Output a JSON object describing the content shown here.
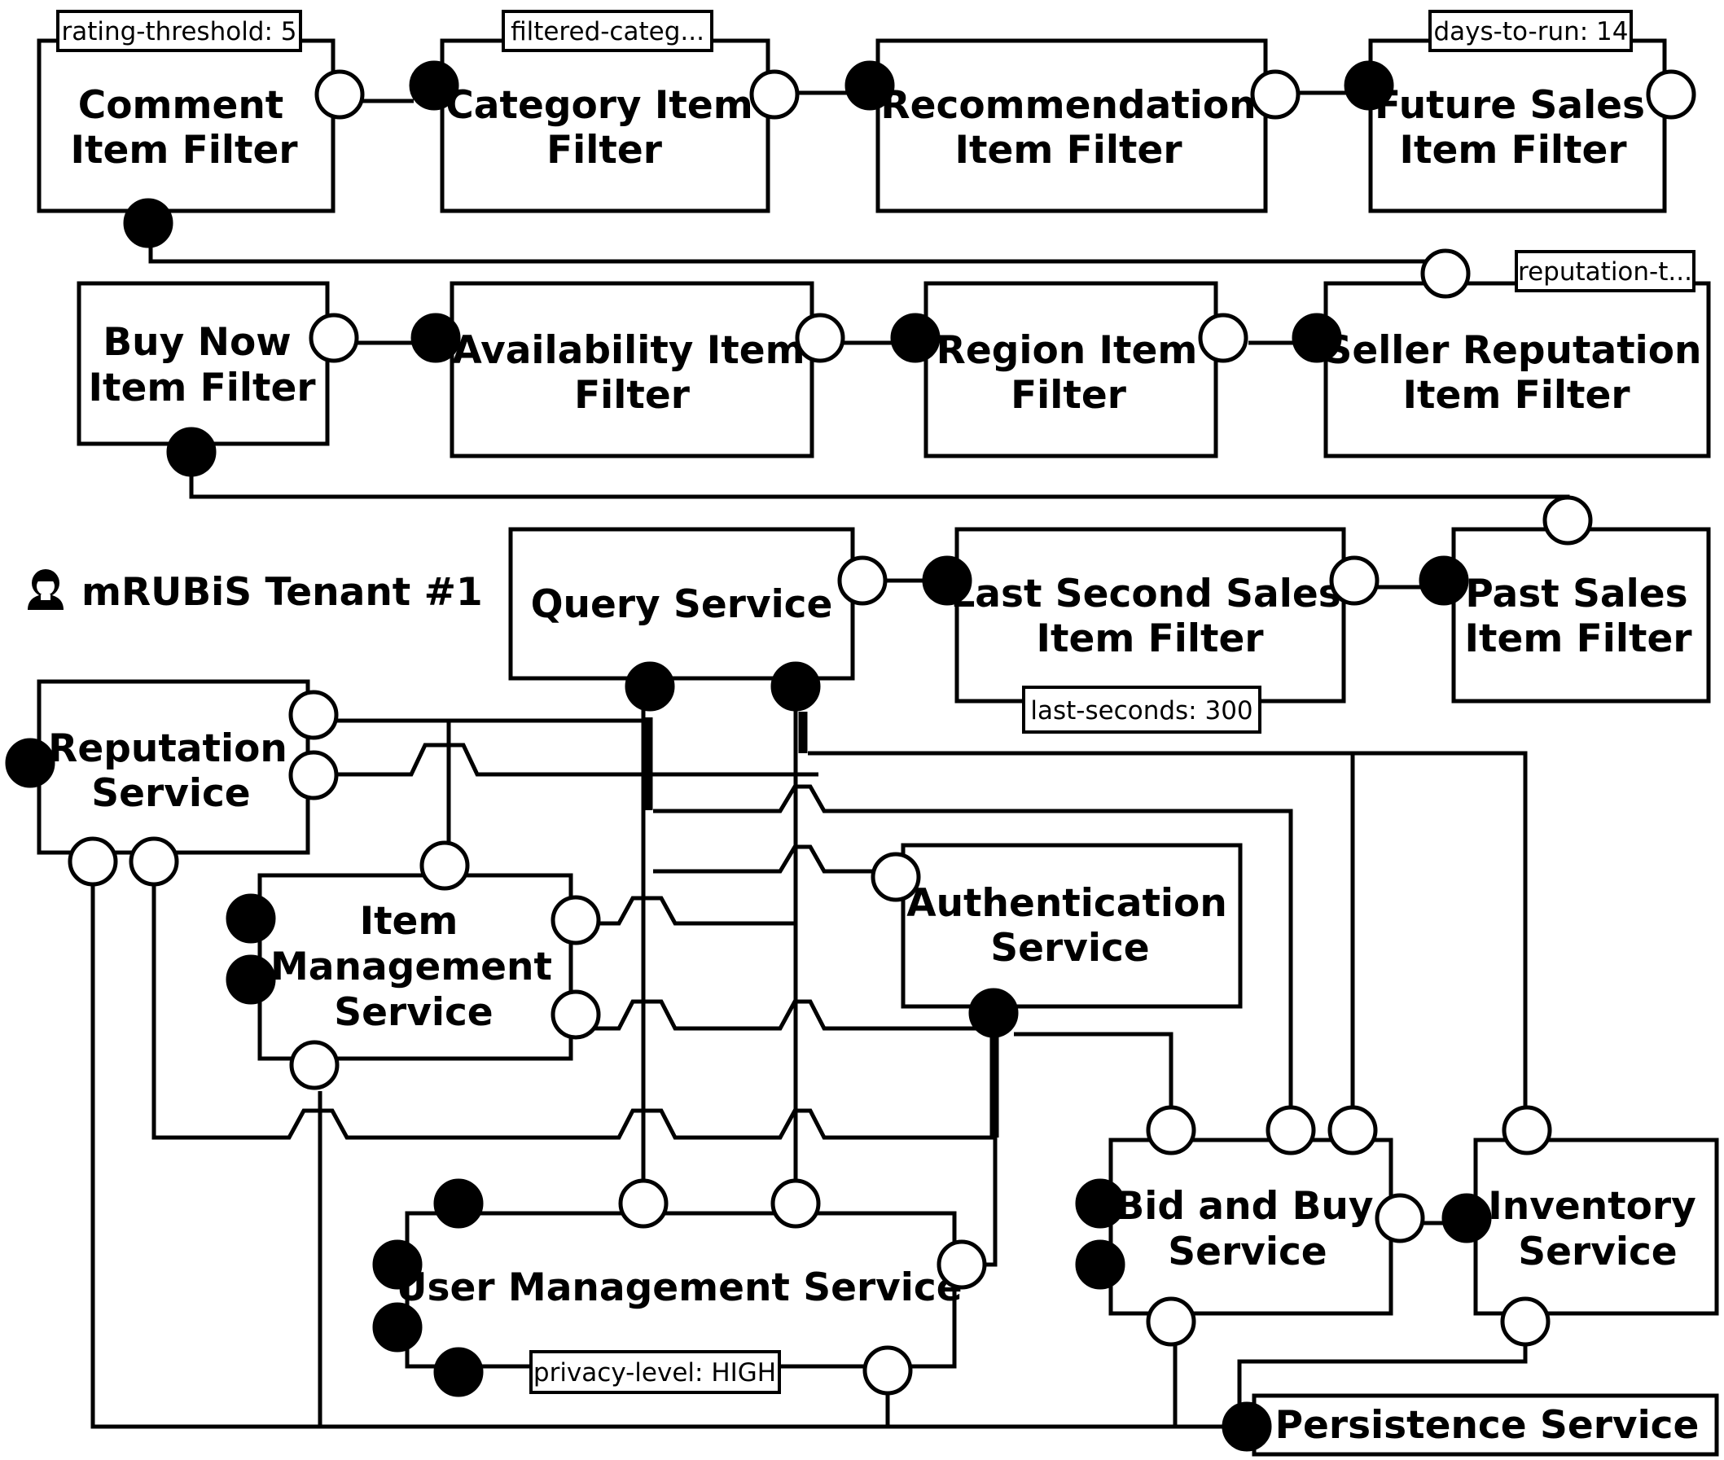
{
  "diagram": {
    "tenant_label": "mRUBiS Tenant #1",
    "icon": "user-icon",
    "colors": {
      "line": "#000000",
      "background": "#ffffff",
      "required_port": "#000000",
      "provided_port": "#ffffff"
    },
    "components": {
      "comment_filter": {
        "line1": "Comment",
        "line2": "Item Filter",
        "param": "rating-threshold: 5"
      },
      "category_filter": {
        "line1": "Category Item",
        "line2": "Filter",
        "param": "filtered-categ..."
      },
      "recommendation_filter": {
        "line1": "Recommendation",
        "line2": "Item Filter"
      },
      "future_sales_filter": {
        "line1": "Future Sales",
        "line2": "Item Filter",
        "param": "days-to-run: 14"
      },
      "buy_now_filter": {
        "line1": "Buy Now",
        "line2": "Item Filter"
      },
      "availability_filter": {
        "line1": "Availability Item",
        "line2": "Filter"
      },
      "region_filter": {
        "line1": "Region Item",
        "line2": "Filter"
      },
      "seller_reputation_filter": {
        "line1": "Seller Reputation",
        "line2": "Item Filter",
        "param": "reputation-t..."
      },
      "query_service": {
        "line1": "Query Service"
      },
      "last_second_sales_filter": {
        "line1": "Last Second Sales",
        "line2": "Item Filter",
        "param": "last-seconds: 300"
      },
      "past_sales_filter": {
        "line1": "Past Sales",
        "line2": "Item Filter"
      },
      "reputation_service": {
        "line1": "Reputation",
        "line2": "Service"
      },
      "item_management_service": {
        "line1": "Item",
        "line2": "Management",
        "line3": "Service"
      },
      "authentication_service": {
        "line1": "Authentication",
        "line2": "Service"
      },
      "user_management_service": {
        "line1": "User Management Service",
        "param": "privacy-level: HIGH"
      },
      "bid_and_buy_service": {
        "line1": "Bid and Buy",
        "line2": "Service"
      },
      "inventory_service": {
        "line1": "Inventory",
        "line2": "Service"
      },
      "persistence_service": {
        "line1": "Persistence Service"
      }
    }
  }
}
